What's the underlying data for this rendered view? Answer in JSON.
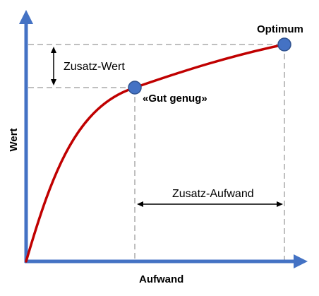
{
  "axes": {
    "y_label": "Wert",
    "x_label": "Aufwand"
  },
  "labels": {
    "optimum": "Optimum",
    "gut_genug": "«Gut genug»",
    "zusatz_wert": "Zusatz-Wert",
    "zusatz_aufwand": "Zusatz-Aufwand"
  },
  "colors": {
    "axis": "#4472C4",
    "curve": "#C00000",
    "marker_fill": "#4472C4",
    "marker_stroke": "#2F528F",
    "guide": "#BFBFBF",
    "arrow": "#000000"
  },
  "icons": {
    "axis_arrowheads": "triangle-arrow-icon",
    "dimension_arrows": "double-headed-arrow-icon",
    "points": "circle-marker-icon"
  }
}
